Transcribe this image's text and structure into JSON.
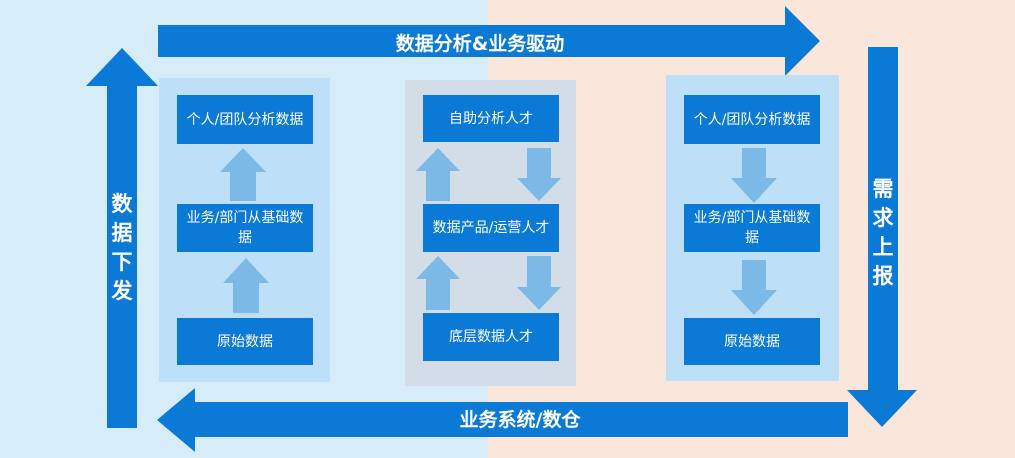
{
  "top_arrow": {
    "label": "数据分析&业务驱动"
  },
  "bottom_arrow": {
    "label": "业务系统/数仓"
  },
  "left_arrow": {
    "label": "数据下发"
  },
  "right_arrow": {
    "label": "需求上报"
  },
  "left_panel": {
    "top_box": "个人/团队分析数据",
    "middle_box": "业务/部门从基础数据",
    "bottom_box": "原始数据"
  },
  "middle_panel": {
    "top_box": "自助分析人才",
    "middle_box": "数据产品/运营人才",
    "bottom_box": "底层数据人才"
  },
  "right_panel": {
    "top_box": "个人/团队分析数据",
    "middle_box": "业务/部门从基础数据",
    "bottom_box": "原始数据"
  },
  "colors": {
    "main_blue": "#0b7ad6",
    "light_arrow": "#7db9e6",
    "bg_left": "#d6ecf8",
    "bg_right": "#fbe6dc"
  }
}
